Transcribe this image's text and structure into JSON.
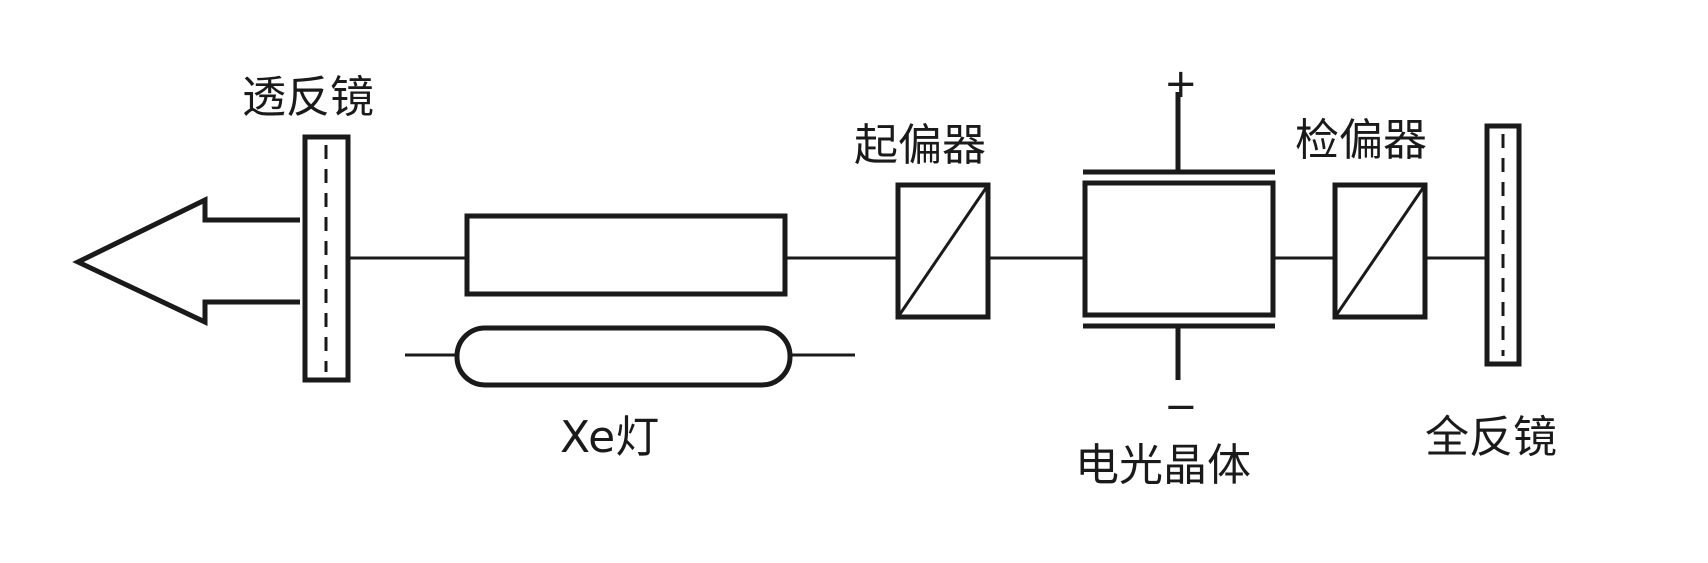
{
  "labels": {
    "partial_mirror": "透反镜",
    "polarizer": "起偏器",
    "analyzer": "检偏器",
    "full_mirror": "全反镜",
    "xe_lamp": "Xe灯",
    "eo_crystal": "电光晶体",
    "plus": "+",
    "minus": "−"
  }
}
